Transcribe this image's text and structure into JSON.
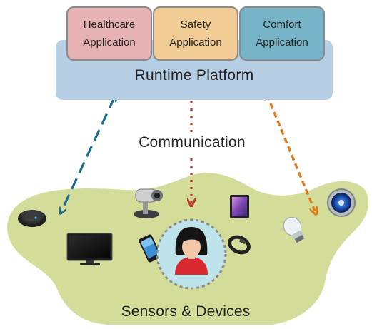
{
  "platform": {
    "label": "Runtime Platform"
  },
  "applications": [
    {
      "line1": "Healthcare",
      "line2": "Application",
      "color": "#e6b2b4"
    },
    {
      "line1": "Safety",
      "line2": "Application",
      "color": "#f1cc95"
    },
    {
      "line1": "Comfort",
      "line2": "Application",
      "color": "#76b3c6"
    }
  ],
  "communication": {
    "label": "Communication"
  },
  "sensors": {
    "label": "Sensors & Devices"
  },
  "colors": {
    "blob": "#d3dd99",
    "platform": "#b7cfe4",
    "arrow_blue": "#1a6a8e",
    "arrow_red": "#c0362c",
    "arrow_orange": "#e07a1f",
    "user_circle": "#bfe3ea"
  },
  "icons": [
    "smart-speaker-icon",
    "television-icon",
    "security-camera-icon",
    "smartphone-icon",
    "user-avatar-icon",
    "tablet-icon",
    "fitness-band-icon",
    "smart-bulb-icon",
    "thermostat-icon"
  ]
}
